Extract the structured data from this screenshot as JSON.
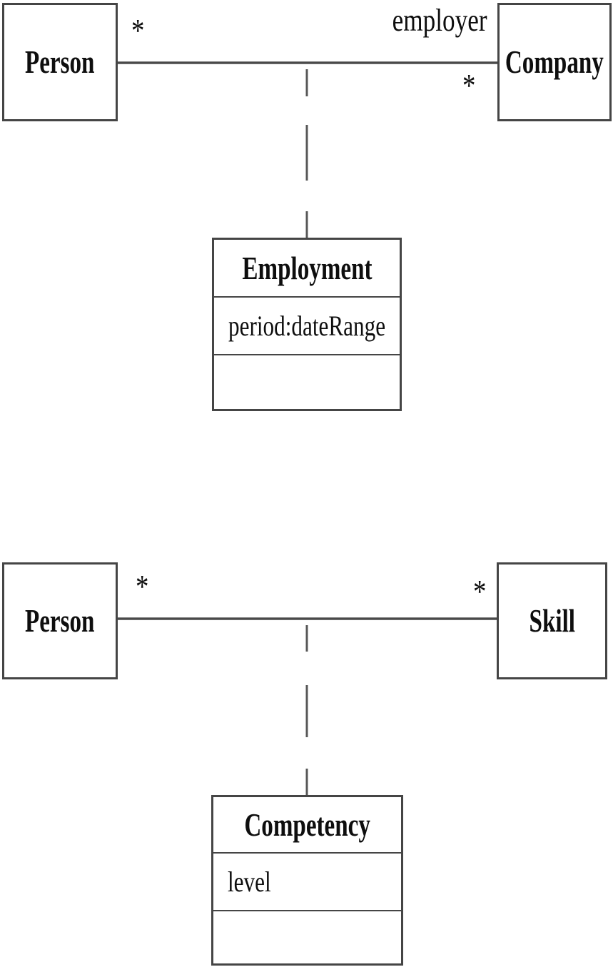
{
  "diagram": {
    "type": "uml-association-class",
    "top": {
      "left_class": "Person",
      "right_class": "Company",
      "left_multiplicity": "*",
      "right_multiplicity": "*",
      "association_label": "employer",
      "association_class": {
        "name": "Employment",
        "attribute": "period:dateRange"
      }
    },
    "bottom": {
      "left_class": "Person",
      "right_class": "Skill",
      "left_multiplicity": "*",
      "right_multiplicity": "*",
      "association_class": {
        "name": "Competency",
        "attribute": "level"
      }
    }
  },
  "colors": {
    "line": "#4a4a4a",
    "border": "#454545",
    "text": "#0e0e0e",
    "background": "#ffffff"
  }
}
